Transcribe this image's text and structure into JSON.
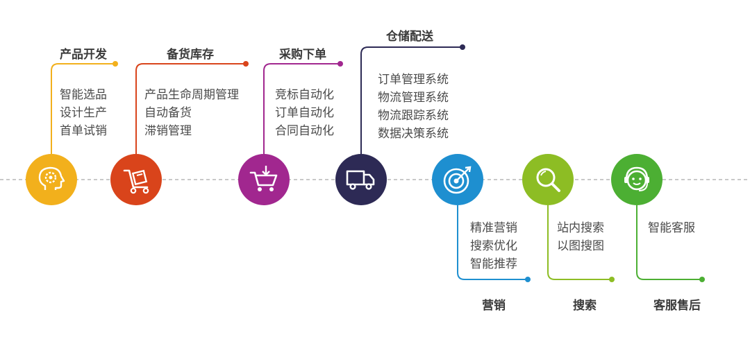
{
  "colors": {
    "product_dev": "#f2b01c",
    "stocking": "#d9441b",
    "purchase": "#a1278f",
    "warehouse": "#2d2a55",
    "marketing": "#1e8fd0",
    "search": "#8dbd24",
    "service": "#4caf33",
    "axis": "#b7b7b7"
  },
  "stages": [
    {
      "title": "产品开发",
      "items": [
        "智能选品",
        "设计生产",
        "首单试销"
      ],
      "icon": "head-gear-icon",
      "color_key": "product_dev"
    },
    {
      "title": "备货库存",
      "items": [
        "产品生命周期管理",
        "自动备货",
        "滞销管理"
      ],
      "icon": "hand-truck-icon",
      "color_key": "stocking"
    },
    {
      "title": "采购下单",
      "items": [
        "竞标自动化",
        "订单自动化",
        "合同自动化"
      ],
      "icon": "shopping-cart-icon",
      "color_key": "purchase"
    },
    {
      "title": "仓储配送",
      "items": [
        "订单管理系统",
        "物流管理系统",
        "物流跟踪系统",
        "数据决策系统"
      ],
      "icon": "delivery-truck-icon",
      "color_key": "warehouse"
    },
    {
      "title": "营销",
      "items": [
        "精准营销",
        "搜索优化",
        "智能推荐"
      ],
      "icon": "target-icon",
      "color_key": "marketing"
    },
    {
      "title": "搜索",
      "items": [
        "站内搜索",
        "以图搜图"
      ],
      "icon": "magnifier-icon",
      "color_key": "search"
    },
    {
      "title": "客服售后",
      "items": [
        "智能客服"
      ],
      "icon": "headset-agent-icon",
      "color_key": "service"
    }
  ]
}
